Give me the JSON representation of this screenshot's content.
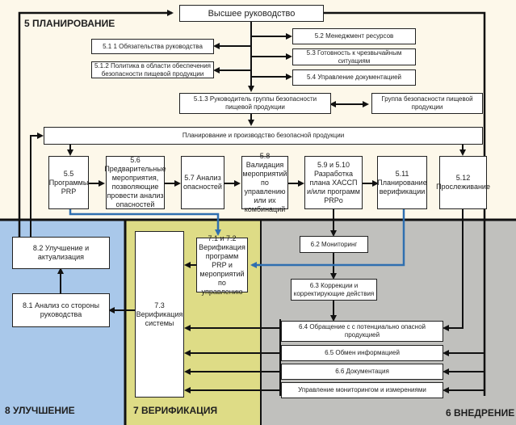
{
  "colors": {
    "planning_bg": "#fdf8ea",
    "improvement_bg": "#a9c8ea",
    "verification_bg": "#dedc86",
    "implementation_bg": "#c0c0bd",
    "line": "#111111",
    "feedback_line": "#2f6fb0"
  },
  "zones": {
    "planning": "5 ПЛАНИРОВАНИЕ",
    "improvement": "8 УЛУЧШЕНИЕ",
    "verification": "7 ВЕРИФИКАЦИЯ",
    "implementation": "6 ВНЕДРЕНИЕ"
  },
  "boxes": {
    "top_management": "Высшее руководство",
    "b5_1_1": "5.1 1 Обязательства руководства",
    "b5_1_2": "5.1.2  Политика в области обеспечения безопасности пищевой продукции",
    "b5_2": "5.2 Менеджмент ресурсов",
    "b5_3": "5.3 Готовность к чрезвычайным ситуациям",
    "b5_4": "5.4 Управление документацией",
    "b5_1_3": "5.1.3 Руководитель группы безопасности пищевой продукции",
    "food_safety_team": "Группа безопасности пищевой продукции",
    "planning_production": "Планирование и производство безопасной продукции",
    "b5_5": "5.5 Программы PRP",
    "b5_6": "5.6 Предварительные мероприятия, позволяющие провести анализ опасностей",
    "b5_7": "5.7 Анализ опасностей",
    "b5_8": "5.8 Валидация мероприятий по управлению или их комбинаций",
    "b5_9_10": "5.9 и 5.10 Разработка плана ХАССП и/или программ PRPo",
    "b5_11": "5.11 Планирование верификации",
    "b5_12": "5.12 Прослеживание",
    "b8_2": "8.2 Улучшение и актуализация",
    "b8_1": "8.1 Анализ со стороны руководства",
    "b7_1_2": "7.1 и 7.2 Верификация программ PRP и мероприятий по управлению",
    "b7_3": "7.3 Верификация системы",
    "b6_2": "6.2 Мониторинг",
    "b6_3": "6.3 Коррекции и корректирующие действия",
    "b6_4": "6.4 Обращение с с потенциально опасной продукцией",
    "b6_5": "6.5 Обмен информацией",
    "b6_6": "6.6 Документация",
    "b6_monitoring_mgmt": "Управление мониторингом и  измерениями"
  }
}
